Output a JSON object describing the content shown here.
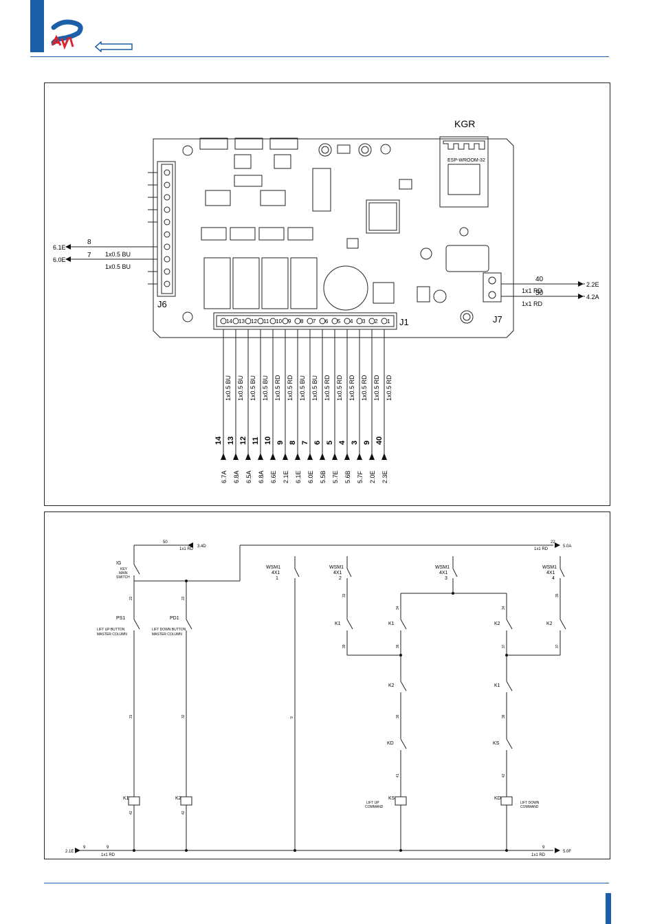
{
  "board": {
    "title": "KGR",
    "module_label": "ESP-WROOM-32",
    "connector_j6": "J6",
    "connector_j7": "J7",
    "connector_j1": "J1",
    "j6_wires": [
      {
        "num": "8",
        "cable": "1x0.5  BU",
        "ref": "6.1E"
      },
      {
        "num": "7",
        "cable": "1x0.5  BU",
        "ref": "6.0E"
      }
    ],
    "j7_wires": [
      {
        "num": "40",
        "cable": "1x1  RD",
        "ref": "2.2E"
      },
      {
        "num": "50",
        "cable": "1x1  RD",
        "ref": "4.2A"
      }
    ],
    "j1_wires": [
      {
        "pin": "14",
        "cable": "1x0.5  BU",
        "num": "14",
        "ref": "6.7A"
      },
      {
        "pin": "13",
        "cable": "1x0.5  BU",
        "num": "13",
        "ref": "6.8A"
      },
      {
        "pin": "12",
        "cable": "1x0.5  BU",
        "num": "12",
        "ref": "6.5A"
      },
      {
        "pin": "11",
        "cable": "1x0.5  BU",
        "num": "11",
        "ref": "6.8A"
      },
      {
        "pin": "10",
        "cable": "1x0.5  RD",
        "num": "10",
        "ref": "6.6E"
      },
      {
        "pin": "9",
        "cable": "1x0.5  RD",
        "num": "9",
        "ref": "2.1E"
      },
      {
        "pin": "8",
        "cable": "1x0.5  BU",
        "num": "8",
        "ref": "6.1E"
      },
      {
        "pin": "7",
        "cable": "1x0.5  BU",
        "num": "7",
        "ref": "6.0E"
      },
      {
        "pin": "6",
        "cable": "1x0.5  RD",
        "num": "6",
        "ref": "5.5B"
      },
      {
        "pin": "5",
        "cable": "1x0.5  RD",
        "num": "5",
        "ref": "5.7E"
      },
      {
        "pin": "4",
        "cable": "1x0.5  RD",
        "num": "4",
        "ref": "5.6B"
      },
      {
        "pin": "3",
        "cable": "1x0.5  RD",
        "num": "3",
        "ref": "5.7F"
      },
      {
        "pin": "2",
        "cable": "1x0.5  RD",
        "num": "9",
        "ref": "2.0E"
      },
      {
        "pin": "1",
        "cable": "1x0.5  RD",
        "num": "40",
        "ref": "2.3E"
      }
    ]
  },
  "schematic": {
    "top_left_wire": {
      "num": "50",
      "cable": "1x1  RD",
      "ref": "3.4D"
    },
    "top_right_wire": {
      "num": "22",
      "cable": "1x1  RD",
      "ref": "5.0A"
    },
    "bottom_left_wire": {
      "ref": "2.1E",
      "num_a": "9",
      "num_b": "9",
      "cable": "1x1  RD"
    },
    "bottom_right_wire": {
      "num": "9",
      "cable": "1x1  RD",
      "ref": "5.0F"
    },
    "ig": {
      "label": "IG",
      "desc1": "KEY",
      "desc2": "MAIN",
      "desc3": "SWITCH"
    },
    "ps1": {
      "label": "PS1",
      "desc1": "LIFT UP BUTTON",
      "desc2": "MASTER COLUMN"
    },
    "pd1": {
      "label": "PD1",
      "desc1": "LIFT DOWN BUTTON",
      "desc2": "MASTER COLUMN"
    },
    "wsm": [
      {
        "label": "WSM1",
        "sub": "4X1",
        "idx": "1"
      },
      {
        "label": "WSM1",
        "sub": "4X1",
        "idx": "2"
      },
      {
        "label": "WSM1",
        "sub": "4X1",
        "idx": "3"
      },
      {
        "label": "WSM1",
        "sub": "4X1",
        "idx": "4"
      }
    ],
    "contacts": [
      "K1",
      "K1",
      "K2",
      "K2",
      "K2",
      "K1",
      "KD",
      "KS"
    ],
    "coils": [
      {
        "label": "K1",
        "desc1": "",
        "desc2": ""
      },
      {
        "label": "K2",
        "desc1": "",
        "desc2": ""
      },
      {
        "label": "KS",
        "desc1": "LIFT UP",
        "desc2": "COMMAND"
      },
      {
        "label": "KD",
        "desc1": "LIFT DOWN",
        "desc2": "COMMAND"
      }
    ],
    "wire_nums": [
      "22",
      "22",
      "31",
      "32",
      "9",
      "33",
      "34",
      "34",
      "35",
      "36",
      "36",
      "37",
      "37",
      "38",
      "39",
      "41",
      "42",
      "42",
      "42"
    ]
  }
}
